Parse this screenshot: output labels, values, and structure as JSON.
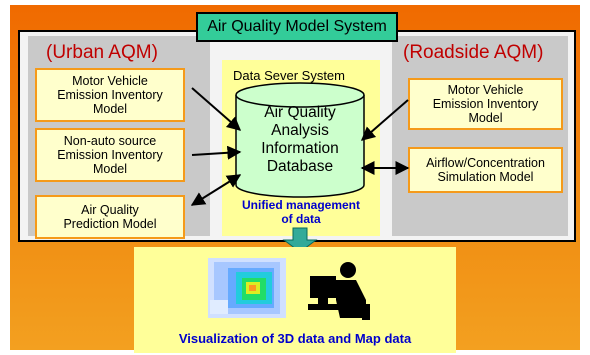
{
  "title": "Air Quality Model System",
  "urban": {
    "heading": "(Urban AQM)",
    "boxes": [
      "Motor Vehicle\nEmission Inventory\nModel",
      "Non-auto source\nEmission Inventory\nModel",
      "Air Quality\nPrediction Model"
    ]
  },
  "roadside": {
    "heading": "(Roadside AQM)",
    "boxes": [
      "Motor Vehicle\nEmission Inventory\nModel",
      "Airflow/Concentration\nSimulation Model"
    ]
  },
  "data_server": {
    "title": "Data Sever System",
    "database": "Air Quality\nAnalysis\nInformation\nDatabase",
    "note": "Unified management\nof data"
  },
  "visualization": {
    "caption": "Visualization of 3D data and Map data",
    "icons": [
      "heatmap-map-icon",
      "computer-user-icon"
    ]
  },
  "colors": {
    "background": "#f07a08",
    "title_box": "#33cc99",
    "heading_red": "#c00000",
    "caption_blue": "#0000cc",
    "database_fill": "#ccffcc",
    "down_arrow": "#33aa99"
  }
}
